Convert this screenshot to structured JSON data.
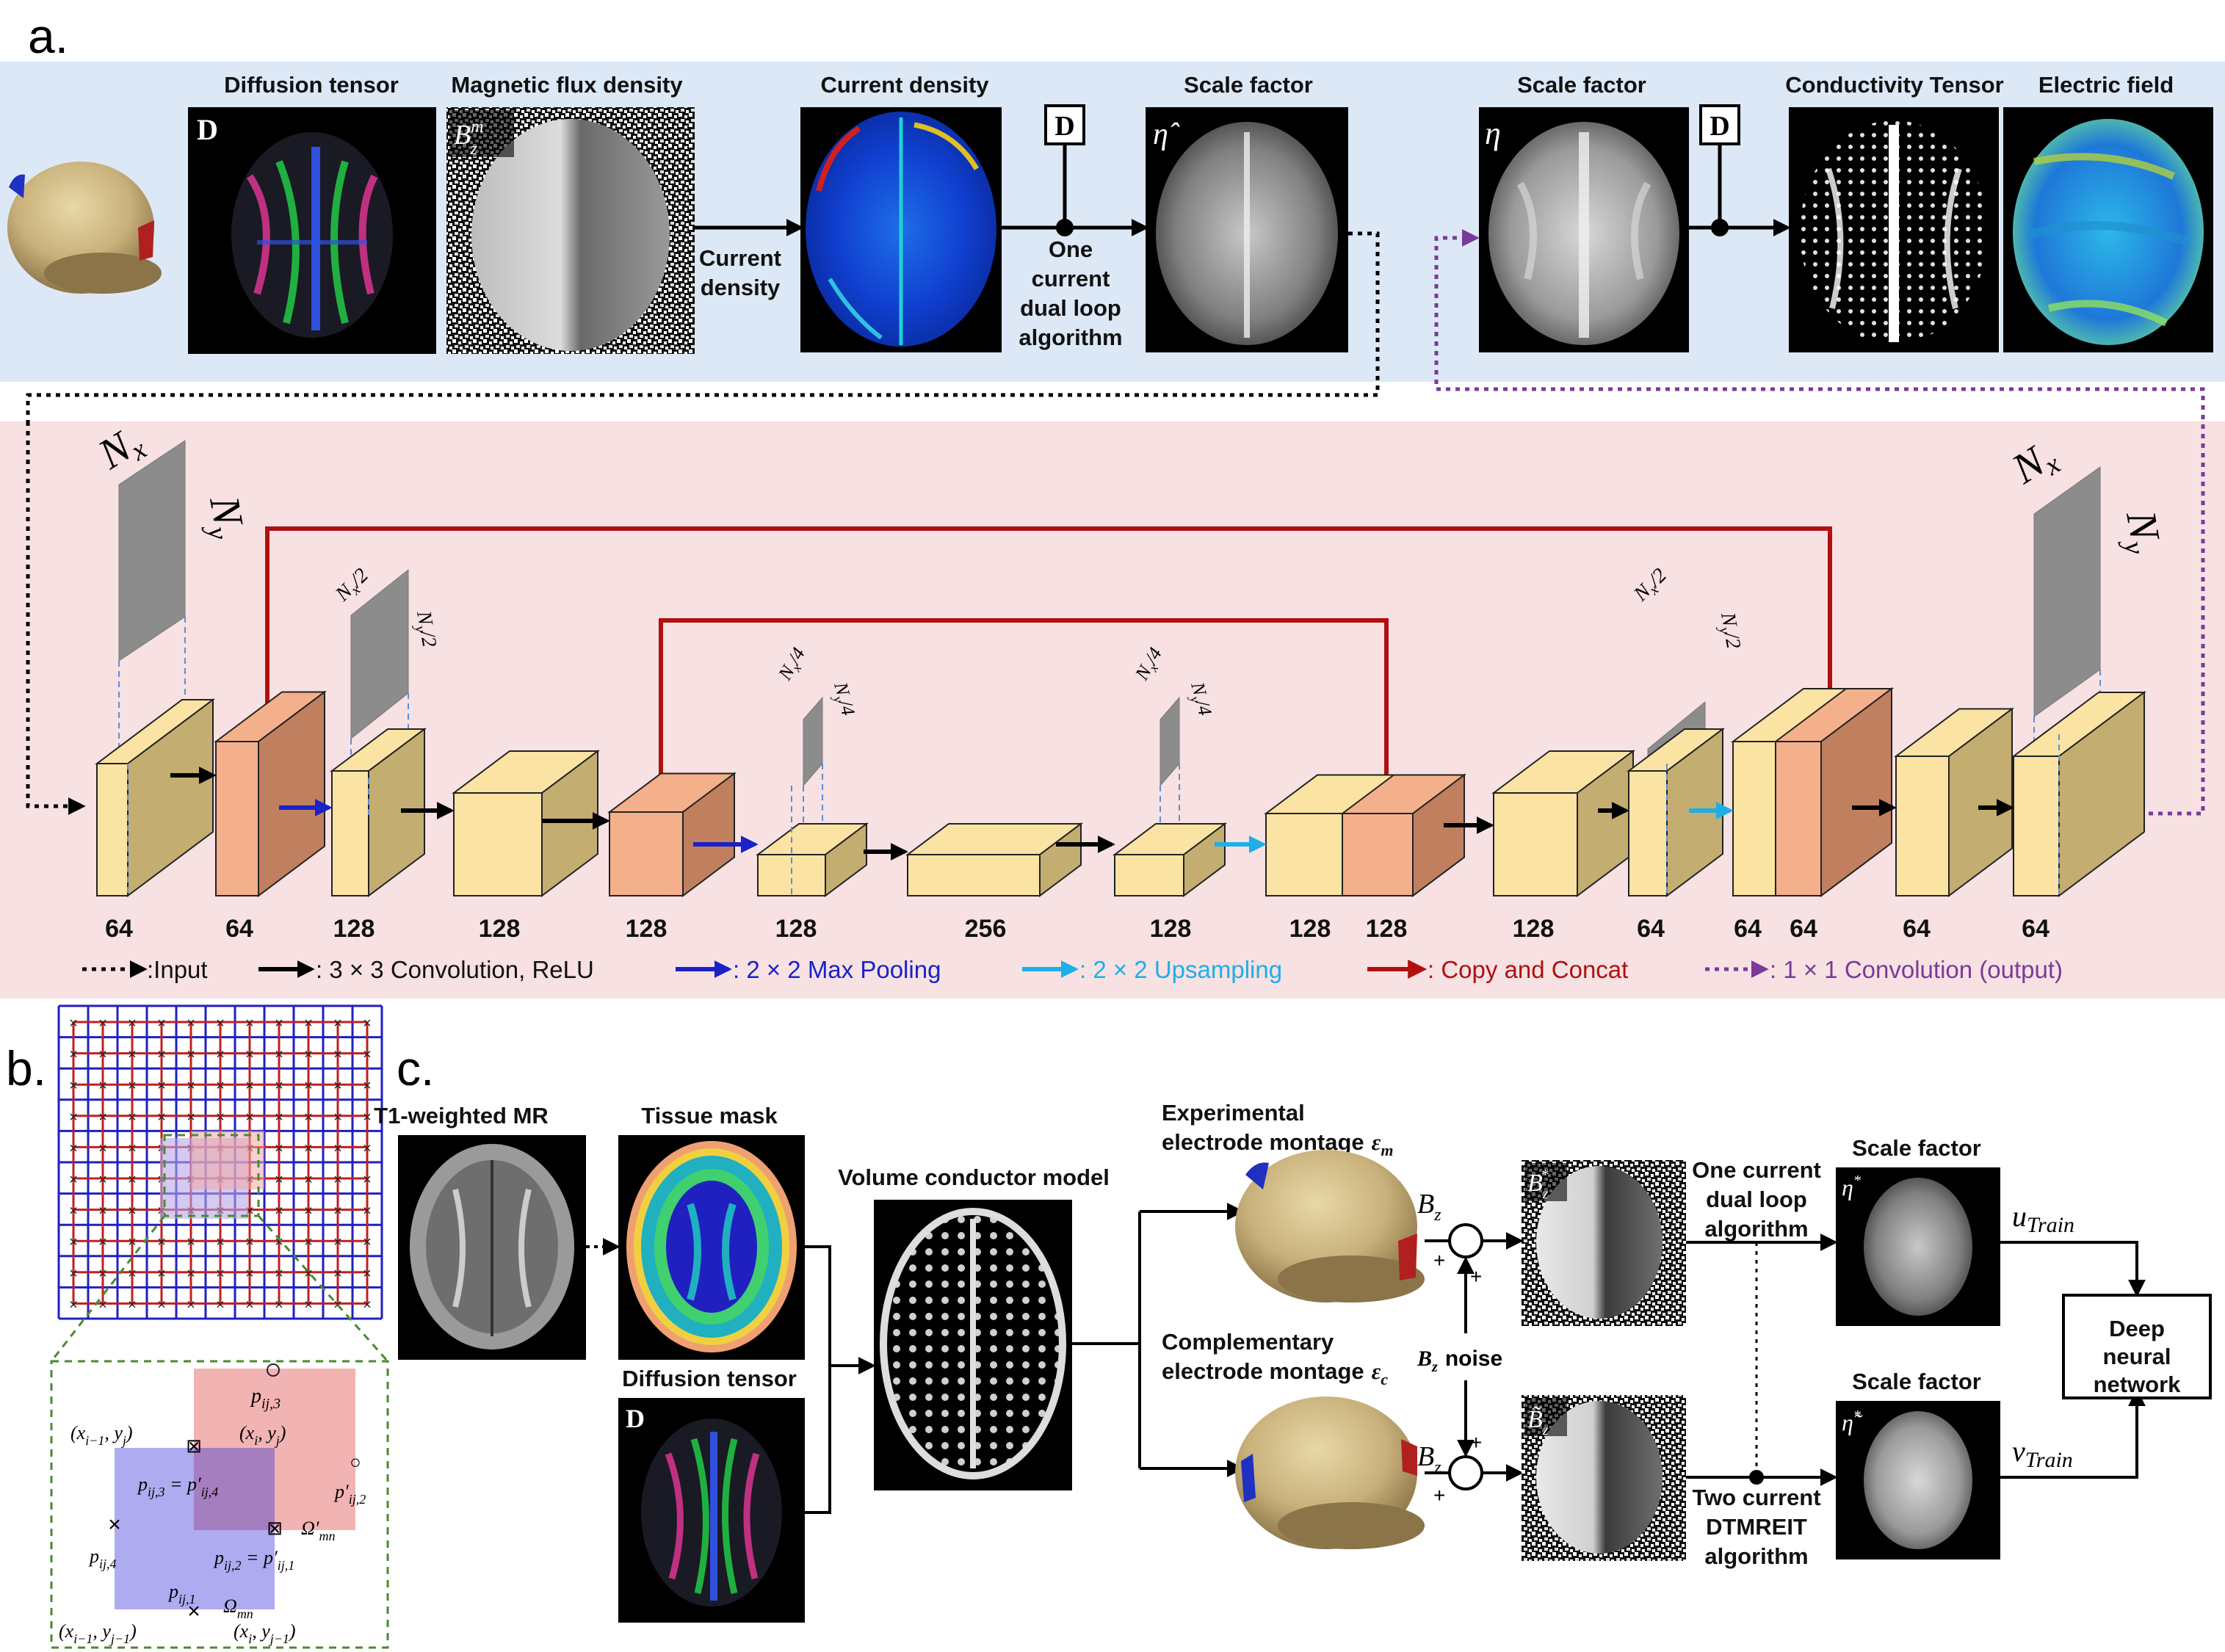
{
  "panels": {
    "a": "a.",
    "b": "b.",
    "c": "c."
  },
  "top": {
    "titles": {
      "diffusion_tensor": "Diffusion tensor",
      "magnetic_flux": "Magnetic flux density",
      "current_density": "Current density",
      "scale_factor_1": "Scale factor",
      "scale_factor_2": "Scale factor",
      "conductivity_tensor": "Conductivity Tensor",
      "electric_field": "Electric field"
    },
    "d_tag": "D",
    "bz_tag": "B",
    "bz_sup": "m",
    "bz_sub": "z",
    "eta_hat": "η̂",
    "eta": "η",
    "arrow_text_1": [
      "Current",
      "density"
    ],
    "arrow_text_2": [
      "One",
      "current",
      "dual loop",
      "algorithm"
    ]
  },
  "unet": {
    "nx": "N",
    "nx_sub": "x",
    "ny": "N",
    "ny_sub": "y",
    "nx2": "N",
    "nx2_sub": "x",
    "nx2_frac": "/2",
    "ny2": "N",
    "ny2_sub": "y",
    "ny2_frac": "/2",
    "nx4": "N",
    "nx4_sub": "x",
    "nx4_frac": "/4",
    "ny4": "N",
    "ny4_sub": "y",
    "ny4_frac": "/4",
    "channels": [
      "64",
      "64",
      "128",
      "128",
      "128",
      "128",
      "256",
      "128",
      "128",
      "128",
      "128",
      "64",
      "64",
      "64",
      "64",
      "64"
    ],
    "legend": {
      "input": ":Input",
      "conv": ": 3 × 3 Convolution, ReLU",
      "pool": ": 2 × 2 Max Pooling",
      "up": ": 2 × 2 Upsampling",
      "copy": ": Copy and Concat",
      "out": ": 1 × 1 Convolution (output)"
    },
    "colors": {
      "conv": "#000000",
      "pool": "#1a22c8",
      "up": "#1eaee8",
      "copy": "#b01010",
      "out": "#7a3a9a"
    }
  },
  "panel_b": {
    "p_ij3": "p",
    "p_ij3_sub": "ij,3",
    "xim1yj": "(x",
    "eq1_left": "p",
    "eq1_right": "p′",
    "labels": [
      "p_{ij,3}",
      "(x_{i−1}, y_j)",
      "(x_i, y_j)",
      "p_{ij,3} = p′_{ij,4}",
      "p′_{ij,2}",
      "Ω′_{mn}",
      "p_{ij,4}",
      "p_{ij,2} = p′_{ij,1}",
      "p_{ij,1}",
      "Ω_{mn}",
      "(x_{i−1}, y_{j−1})",
      "(x_i, y_{j−1})"
    ]
  },
  "panel_c": {
    "t1": "T1-weighted MR",
    "tissue": "Tissue mask",
    "diffusion": "Diffusion tensor",
    "volume": "Volume conductor model",
    "exp_line1": "Experimental",
    "exp_line2": "electrode montage",
    "exp_eps": "ε",
    "exp_eps_sub": "m",
    "comp_line1": "Complementary",
    "comp_line2": "electrode montage",
    "comp_eps": "ε",
    "comp_eps_sub": "c",
    "bz": "B",
    "bz_sub": "z",
    "noise": "noise",
    "one_current": [
      "One current",
      "dual loop",
      "algorithm"
    ],
    "two_current": [
      "Two current",
      "DTMREIT",
      "algorithm"
    ],
    "scale_factor": "Scale factor",
    "u_train": "u",
    "u_sub": "Train",
    "v_train": "v",
    "v_sub": "Train",
    "dnn": [
      "Deep",
      "neural",
      "network"
    ],
    "d_tag": "D"
  }
}
